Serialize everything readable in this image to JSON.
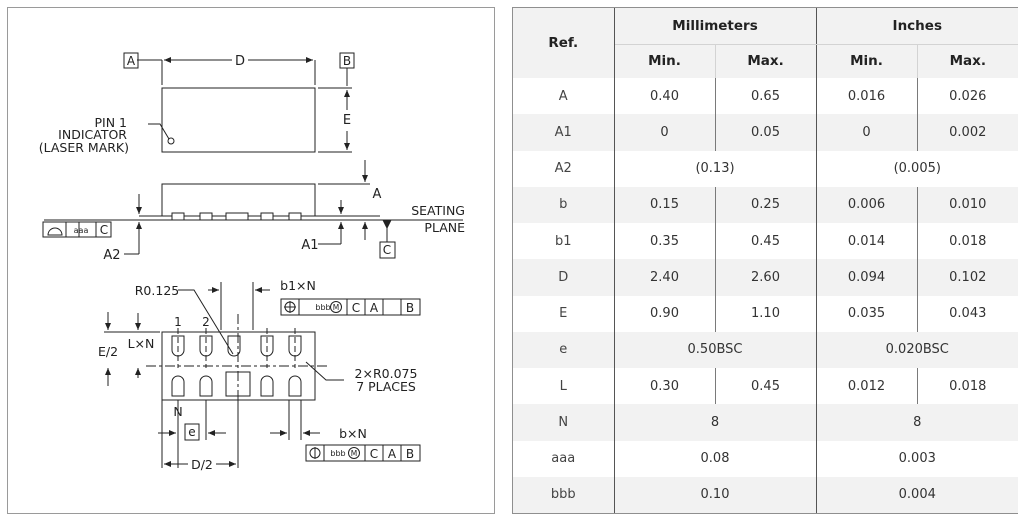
{
  "drawing": {
    "box_a": "A",
    "dim_d": "D",
    "box_b": "B",
    "pin1_line1": "PIN 1",
    "pin1_line2": "INDICATOR",
    "pin1_line3": "(LASER MARK)",
    "dim_e": "E",
    "dim_a": "A",
    "seating_line1": "SEATING",
    "seating_line2": "PLANE",
    "fcf1_tol": "aaa",
    "fcf1_datum": "C",
    "dim_a2": "A2",
    "dim_a1": "A1",
    "box_c": "C",
    "r0125": "R0.125",
    "b1xn": "b1×N",
    "fcf2_tol": "bbb",
    "fcf2_mod": "M",
    "fcf2_d1": "C",
    "fcf2_d2": "A",
    "fcf2_d3": "B",
    "pin_1": "1",
    "pin_2": "2",
    "e_half": "E/2",
    "lxn": "L×N",
    "r0075": "2×R0.075",
    "places": "7 PLACES",
    "dim_n": "N",
    "dim_e_small": "e",
    "bxn": "b×N",
    "d_half": "D/2",
    "fcf3_tol": "bbb",
    "fcf3_mod": "M",
    "fcf3_d1": "C",
    "fcf3_d2": "A",
    "fcf3_d3": "B"
  },
  "table": {
    "headers": {
      "ref": "Ref.",
      "millimeters": "Millimeters",
      "inches": "Inches",
      "mm_min": "Min.",
      "mm_max": "Max.",
      "in_min": "Min.",
      "in_max": "Max."
    },
    "rows": [
      {
        "ref": "A",
        "mm_min": "0.40",
        "mm_max": "0.65",
        "in_min": "0.016",
        "in_max": "0.026"
      },
      {
        "ref": "A1",
        "mm_min": "0",
        "mm_max": "0.05",
        "in_min": "0",
        "in_max": "0.002"
      },
      {
        "ref": "A2",
        "mm": "(0.13)",
        "in": "(0.005)"
      },
      {
        "ref": "b",
        "mm_min": "0.15",
        "mm_max": "0.25",
        "in_min": "0.006",
        "in_max": "0.010"
      },
      {
        "ref": "b1",
        "mm_min": "0.35",
        "mm_max": "0.45",
        "in_min": "0.014",
        "in_max": "0.018"
      },
      {
        "ref": "D",
        "mm_min": "2.40",
        "mm_max": "2.60",
        "in_min": "0.094",
        "in_max": "0.102"
      },
      {
        "ref": "E",
        "mm_min": "0.90",
        "mm_max": "1.10",
        "in_min": "0.035",
        "in_max": "0.043"
      },
      {
        "ref": "e",
        "mm": "0.50BSC",
        "in": "0.020BSC"
      },
      {
        "ref": "L",
        "mm_min": "0.30",
        "mm_max": "0.45",
        "in_min": "0.012",
        "in_max": "0.018"
      },
      {
        "ref": "N",
        "mm": "8",
        "in": "8"
      },
      {
        "ref": "aaa",
        "mm": "0.08",
        "in": "0.003"
      },
      {
        "ref": "bbb",
        "mm": "0.10",
        "in": "0.004"
      }
    ]
  }
}
